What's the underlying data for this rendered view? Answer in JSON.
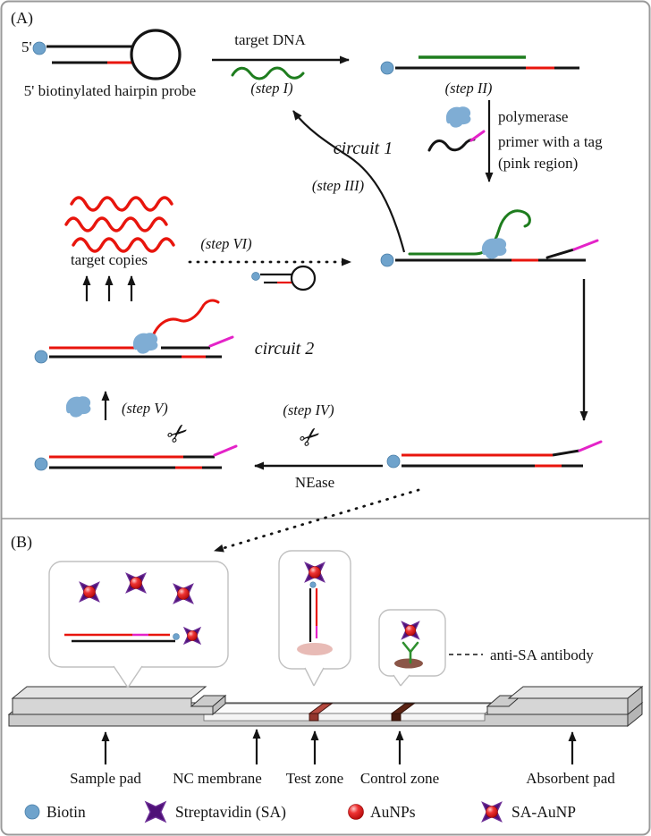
{
  "panel_a": {
    "label": "(A)",
    "five_prime": "5'",
    "probe_caption": "5' biotinylated hairpin probe",
    "target_dna": "target DNA",
    "step_i": "(step I)",
    "step_ii": "(step II)",
    "step_iii": "(step III)",
    "step_iv": "(step IV)",
    "step_v": "(step V)",
    "step_vi": "(step VI)",
    "polymerase": "polymerase",
    "primer_line1": "primer with a tag",
    "primer_line2": "(pink region)",
    "circuit1": "circuit 1",
    "circuit2": "circuit 2",
    "target_copies": "target copies",
    "nease": "NEase"
  },
  "panel_b": {
    "label": "(B)",
    "anti_sa": "anti-SA antibody",
    "sample_pad": "Sample pad",
    "nc_membrane": "NC membrane",
    "test_zone": "Test zone",
    "control_zone": "Control zone",
    "absorbent_pad": "Absorbent pad"
  },
  "legend": {
    "biotin": "Biotin",
    "streptavidin": "Streptavidin (SA)",
    "aunps": "AuNPs",
    "sa_aunp": "SA-AuNP"
  },
  "icons": {
    "scissors": "✂"
  },
  "colors": {
    "biotin_blue": "#6fa3cc",
    "polymerase_blue": "#7fadd4",
    "dna_green": "#1e7d1e",
    "dna_red": "#e8150d",
    "tag_magenta": "#e423c8",
    "streptavidin_purple": "#4f1178",
    "aunp_red": "#d90000",
    "test_line": "#b5493f",
    "control_line": "#5c2415",
    "pad_gray": "#d6d6d6"
  }
}
